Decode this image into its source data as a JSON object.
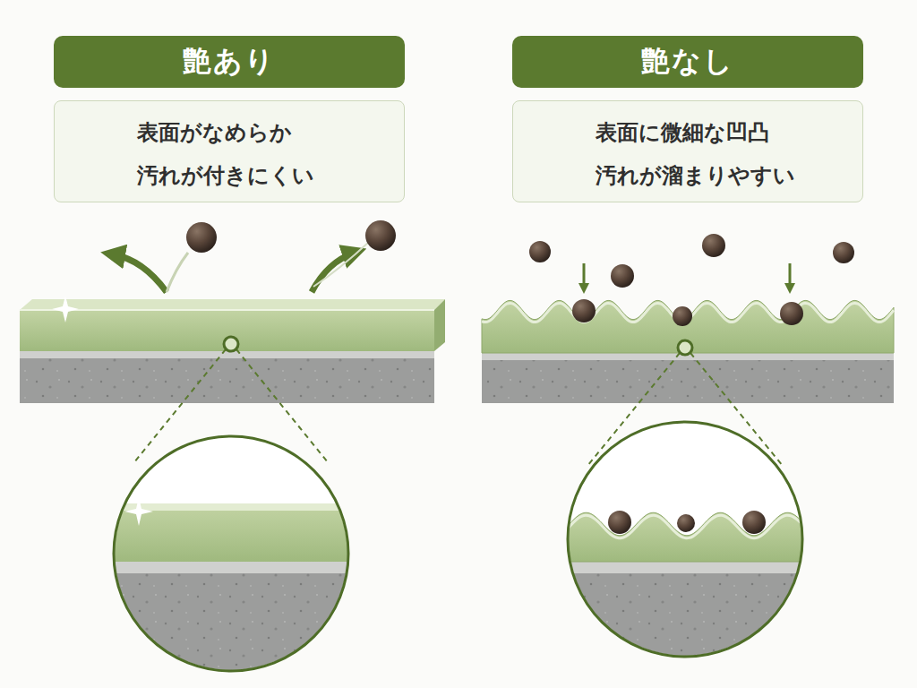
{
  "diagram": {
    "nodes": [
      {
        "text": [
          "艶あり"
        ]
      },
      {
        "text": [
          "表面がなめらか",
          "汚れが付きにくい"
        ]
      },
      {
        "text": [
          "艶なし"
        ]
      },
      {
        "text": [
          "表面に微細な凹凸",
          "汚れが溜まりやすい"
        ]
      }
    ]
  }
}
